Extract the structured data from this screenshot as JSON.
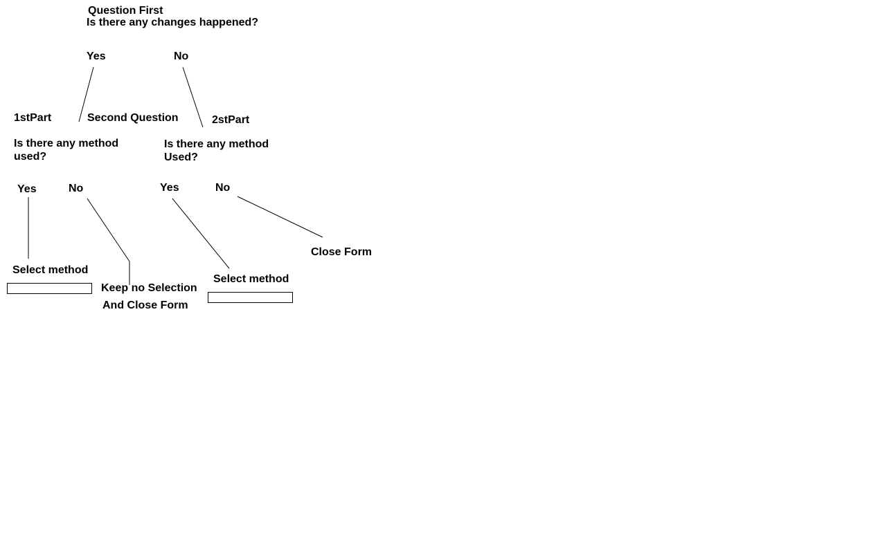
{
  "question1": {
    "title": "Question First",
    "text": "Is there any changes happened?",
    "yes": "Yes",
    "no": "No"
  },
  "part1": {
    "label": "1stPart",
    "heading": "Second Question",
    "question_line1": "Is there any method",
    "question_line2": "used?",
    "yes": "Yes",
    "no": "No",
    "select_label": "Select method",
    "select_value": "",
    "no_result_line1": "Keep no Selection",
    "no_result_line2": "And Close Form"
  },
  "part2": {
    "label": "2stPart",
    "question_line1": "Is there any method",
    "question_line2": "Used?",
    "yes": "Yes",
    "no": "No",
    "select_label": "Select method",
    "select_value": "",
    "no_result": "Close Form"
  }
}
